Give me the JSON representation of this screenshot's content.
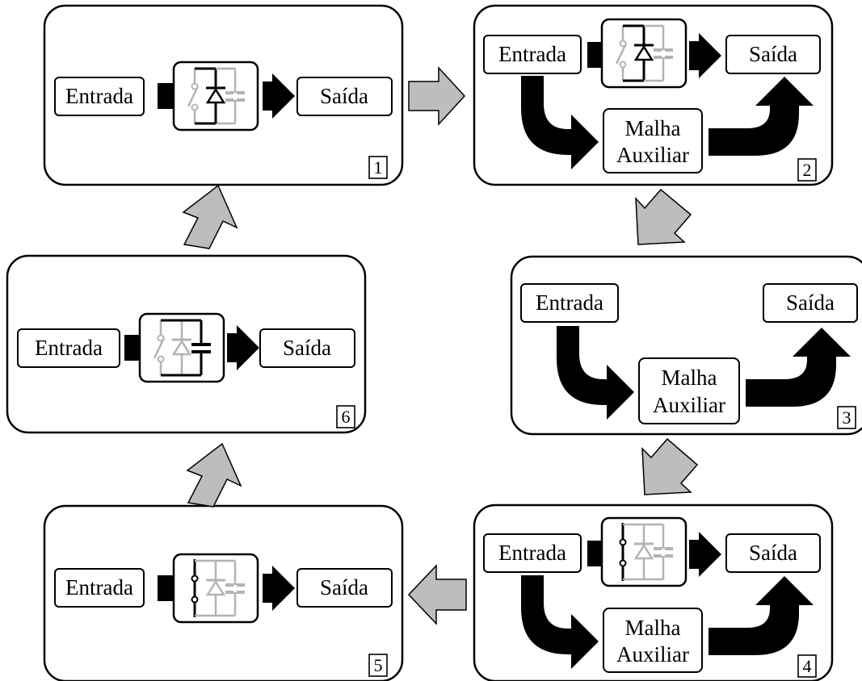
{
  "panels": [
    {
      "number": "1",
      "input_label": "Entrada",
      "output_label": "Saída",
      "aux_label": [
        "",
        ""
      ],
      "has_aux": false,
      "active": "diode"
    },
    {
      "number": "2",
      "input_label": "Entrada",
      "output_label": "Saída",
      "aux_label": [
        "Malha",
        "Auxiliar"
      ],
      "has_aux": true,
      "active": "diode"
    },
    {
      "number": "3",
      "input_label": "Entrada",
      "output_label": "Saída",
      "aux_label": [
        "Malha",
        "Auxiliar"
      ],
      "has_aux": true,
      "active": "none"
    },
    {
      "number": "4",
      "input_label": "Entrada",
      "output_label": "Saída",
      "aux_label": [
        "Malha",
        "Auxiliar"
      ],
      "has_aux": true,
      "active": "switch"
    },
    {
      "number": "5",
      "input_label": "Entrada",
      "output_label": "Saída",
      "aux_label": [
        "",
        ""
      ],
      "has_aux": false,
      "active": "switch"
    },
    {
      "number": "6",
      "input_label": "Entrada",
      "output_label": "Saída",
      "aux_label": [
        "",
        ""
      ],
      "has_aux": false,
      "active": "capacitor"
    }
  ],
  "colors": {
    "active": "#000000",
    "inactive": "#b3b3b3",
    "transition_arrow": "#bdbdbd"
  }
}
